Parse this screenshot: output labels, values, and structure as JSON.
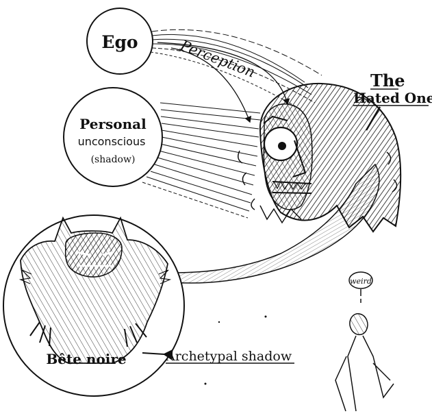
{
  "labels": {
    "ego": "Ego",
    "perception": "Perception",
    "hated_one_line1": "The",
    "hated_one_line2": "Hated One",
    "personal_line1": "Personal",
    "personal_line2": "unconscious",
    "personal_line3": "(shadow)",
    "bete_noire": "Bête noire",
    "archetypal_shadow": "Archetypal shadow",
    "weird": "weird"
  },
  "colors": {
    "ink": "#111111",
    "paper": "#ffffff"
  }
}
